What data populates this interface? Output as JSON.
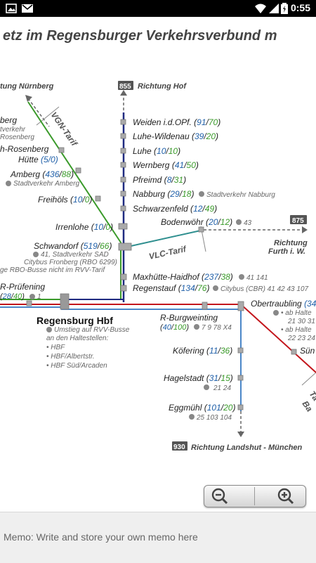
{
  "status_bar": {
    "time": "0:55"
  },
  "map": {
    "title": "etz im Regensburger Verkehrsverbund m",
    "directions": {
      "nuernberg": "tung Nürnberg",
      "hof_badge": "855",
      "hof": "Richtung Hof",
      "furth_badge": "875",
      "furth_line1": "Richtung",
      "furth_line2": "Furth i. W.",
      "landshut_badge": "930",
      "landshut": "Richtung Landshut - München"
    },
    "tariffs": {
      "vgn": "VGN-Tarif",
      "vlc": "VLC-Tarif",
      "right_top": "Ta",
      "right_bottom": "Ba"
    },
    "stations": {
      "berg": "berg",
      "berg_sub1": "tverkehr",
      "berg_sub2": "Rosenberg",
      "rosenberg": "h-Rosenberg",
      "huette": "Hütte",
      "huette_num": "(5/0)",
      "amberg": "Amberg",
      "amberg_num_a": "436",
      "amberg_num_b": "88",
      "amberg_bus": "Stadtverkehr Amberg",
      "freihoels": "Freihöls",
      "freihoels_num_a": "10",
      "freihoels_num_b": "0",
      "irrenlohe": "Irrenlohe",
      "irrenlohe_num_a": "10",
      "irrenlohe_num_b": "0",
      "schwandorf": "Schwandorf",
      "schwandorf_num_a": "519",
      "schwandorf_num_b": "66",
      "schwandorf_bus1": "41, Stadtverkehr SAD",
      "schwandorf_bus2": "Citybus Fronberg (RBO 6299)",
      "schwandorf_bus3": "ge RBO-Busse nicht im RVV-Tarif",
      "pruefening": "R-Prüfening",
      "pruefening_num_a": "28",
      "pruefening_num_b": "40",
      "pruefening_bus": "1",
      "hbf": "Regensburg Hbf",
      "hbf_note1": "Umstieg auf RVV-Busse",
      "hbf_note2": "an den Haltestellen:",
      "hbf_note3": "• HBF",
      "hbf_note4": "• HBF/Albertstr.",
      "hbf_note5": "• HBF Süd/Arcaden",
      "weiden": "Weiden i.d.OPf.",
      "weiden_num_a": "91",
      "weiden_num_b": "70",
      "luhe_wildenau": "Luhe-Wildenau",
      "luhe_wildenau_num_a": "39",
      "luhe_wildenau_num_b": "20",
      "luhe": "Luhe",
      "luhe_num_a": "10",
      "luhe_num_b": "10",
      "wernberg": "Wernberg",
      "wernberg_num_a": "41",
      "wernberg_num_b": "50",
      "pfreimd": "Pfreimd",
      "pfreimd_num_a": "8",
      "pfreimd_num_b": "31",
      "nabburg": "Nabburg",
      "nabburg_num_a": "29",
      "nabburg_num_b": "18",
      "nabburg_bus": "Stadtverkehr Nabburg",
      "schwarzenfeld": "Schwarzenfeld",
      "schwarzenfeld_num_a": "12",
      "schwarzenfeld_num_b": "49",
      "bodenwoehr": "Bodenwöhr",
      "bodenwoehr_num_a": "20",
      "bodenwoehr_num_b": "12",
      "bodenwoehr_bus": "43",
      "maxhuette": "Maxhütte-Haidhof",
      "maxhuette_num_a": "237",
      "maxhuette_num_b": "38",
      "maxhuette_bus": "41 141",
      "regenstauf": "Regenstauf",
      "regenstauf_num_a": "134",
      "regenstauf_num_b": "76",
      "regenstauf_bus": "Citybus (CBR) 41 42 43 107",
      "burgweinting": "R-Burgweinting",
      "burgweinting_num_a": "40",
      "burgweinting_num_b": "100",
      "burgweinting_bus": "7 9  78 X4",
      "obertraubling": "Obertraubling",
      "obertraubling_num": "(34",
      "obertraubling_bus1": "• ab Halte",
      "obertraubling_bus2": "21 30 31",
      "obertraubling_bus3": "• ab Halte",
      "obertraubling_bus4": "22 23 24",
      "suen": "Sün",
      "koefering": "Köfering",
      "koefering_num_a": "11",
      "koefering_num_b": "36",
      "hagelstadt": "Hagelstadt",
      "hagelstadt_num_a": "31",
      "hagelstadt_num_b": "15",
      "hagelstadt_bus": "21 24",
      "eggmuehl": "Eggmühl",
      "eggmuehl_num_a": "101",
      "eggmuehl_num_b": "20",
      "eggmuehl_bus": "25 103 104"
    },
    "icons": [
      "image-icon",
      "gmail-icon",
      "wifi-icon",
      "signal-icon",
      "battery-icon",
      "bus-icon",
      "zoom-out-icon",
      "zoom-in-icon"
    ],
    "colors": {
      "green": "#3a9a2a",
      "navy": "#1f2a80",
      "teal": "#2f8f8f",
      "red": "#c3161c",
      "blue": "#4a86c8",
      "gray": "#555555"
    }
  },
  "memo": {
    "placeholder": "Memo: Write and store your own memo here"
  }
}
